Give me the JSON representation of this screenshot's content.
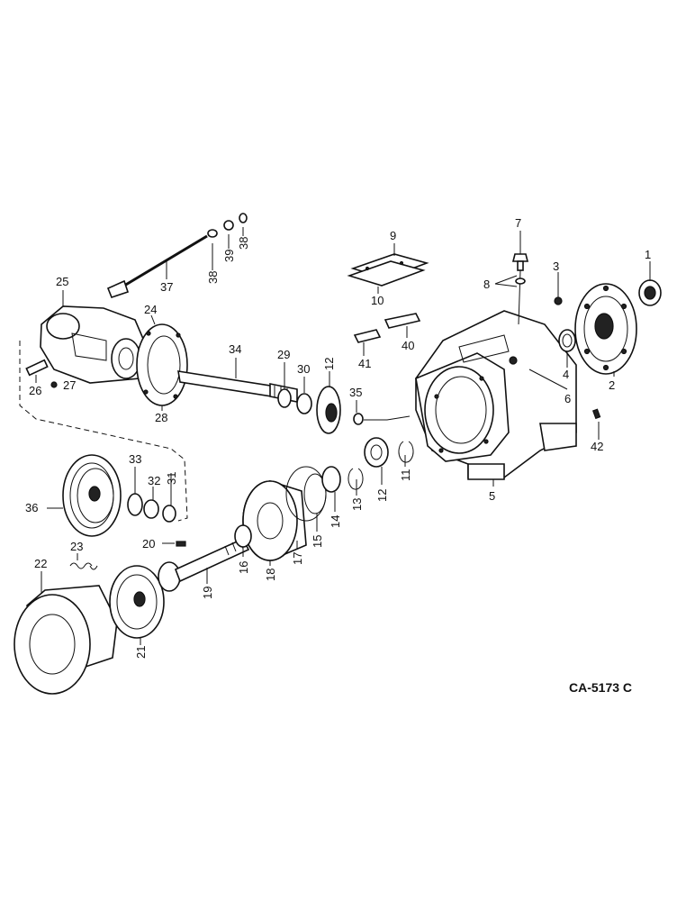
{
  "drawing_code": "CA-5173 C",
  "callouts": [
    {
      "id": "c1",
      "label": "1"
    },
    {
      "id": "c2",
      "label": "2"
    },
    {
      "id": "c3",
      "label": "3"
    },
    {
      "id": "c4",
      "label": "4"
    },
    {
      "id": "c5",
      "label": "5"
    },
    {
      "id": "c6",
      "label": "6"
    },
    {
      "id": "c7",
      "label": "7"
    },
    {
      "id": "c8",
      "label": "8"
    },
    {
      "id": "c9",
      "label": "9"
    },
    {
      "id": "c10",
      "label": "10"
    },
    {
      "id": "c11",
      "label": "11"
    },
    {
      "id": "c12a",
      "label": "12"
    },
    {
      "id": "c12b",
      "label": "12"
    },
    {
      "id": "c13",
      "label": "13"
    },
    {
      "id": "c14",
      "label": "14"
    },
    {
      "id": "c15",
      "label": "15"
    },
    {
      "id": "c16",
      "label": "16"
    },
    {
      "id": "c17",
      "label": "17"
    },
    {
      "id": "c18",
      "label": "18"
    },
    {
      "id": "c19",
      "label": "19"
    },
    {
      "id": "c20",
      "label": "20"
    },
    {
      "id": "c21",
      "label": "21"
    },
    {
      "id": "c22",
      "label": "22"
    },
    {
      "id": "c23",
      "label": "23"
    },
    {
      "id": "c24",
      "label": "24"
    },
    {
      "id": "c25",
      "label": "25"
    },
    {
      "id": "c26",
      "label": "26"
    },
    {
      "id": "c27",
      "label": "27"
    },
    {
      "id": "c28",
      "label": "28"
    },
    {
      "id": "c29",
      "label": "29"
    },
    {
      "id": "c30",
      "label": "30"
    },
    {
      "id": "c31",
      "label": "31"
    },
    {
      "id": "c32",
      "label": "32"
    },
    {
      "id": "c33",
      "label": "33"
    },
    {
      "id": "c34",
      "label": "34"
    },
    {
      "id": "c35",
      "label": "35"
    },
    {
      "id": "c36",
      "label": "36"
    },
    {
      "id": "c37",
      "label": "37"
    },
    {
      "id": "c38a",
      "label": "38"
    },
    {
      "id": "c38b",
      "label": "38"
    },
    {
      "id": "c39",
      "label": "39"
    },
    {
      "id": "c40",
      "label": "40"
    },
    {
      "id": "c41",
      "label": "41"
    },
    {
      "id": "c42",
      "label": "42"
    }
  ]
}
